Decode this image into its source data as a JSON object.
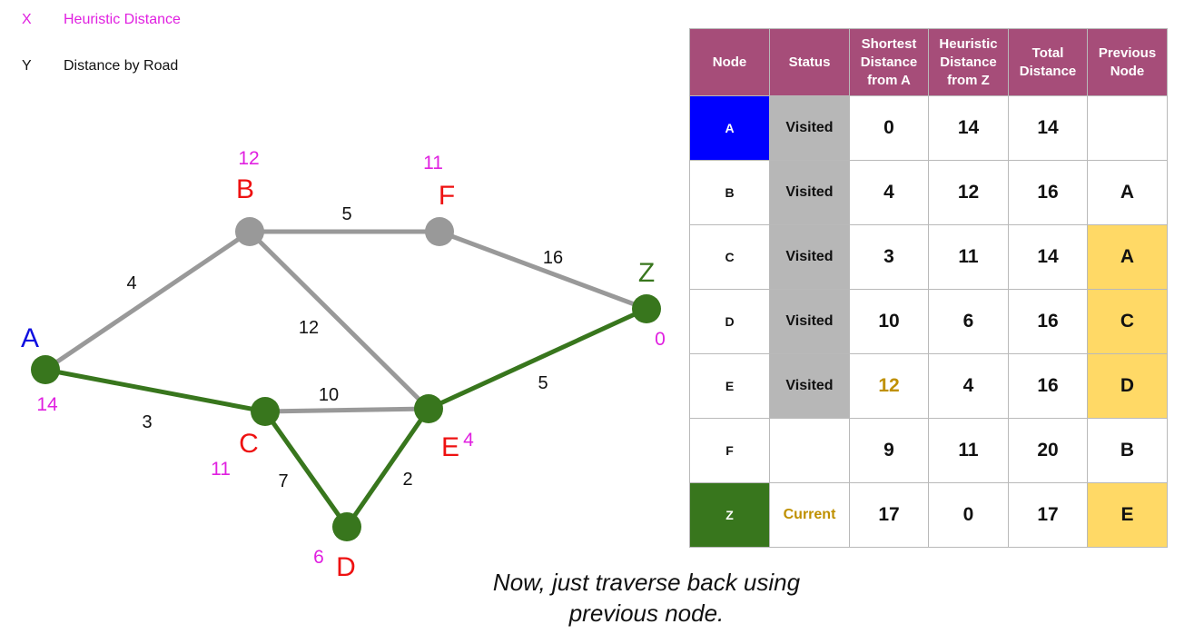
{
  "legend": {
    "heuristic": {
      "symbol": "X",
      "label": "Heuristic Distance",
      "color": "#e020e0"
    },
    "road": {
      "symbol": "Y",
      "label": "Distance by Road",
      "color": "#111111"
    }
  },
  "colors": {
    "visited_node": "#999999",
    "path": "#38761d",
    "node_label": "#ee1111",
    "start_label": "#1010e0",
    "heuristic": "#e020e0",
    "table_header": "#a64d79",
    "status_visited_bg": "#b7b7b7",
    "highlight_prev": "#ffd966",
    "highlight_text": "#bf9000",
    "start_cell": "#0000ff"
  },
  "graph": {
    "nodes": [
      {
        "id": "A",
        "label": "A",
        "heuristic": "14",
        "state": "path",
        "label_color": "#1010e0"
      },
      {
        "id": "B",
        "label": "B",
        "heuristic": "12",
        "state": "visited",
        "label_color": "#ee1111"
      },
      {
        "id": "F",
        "label": "F",
        "heuristic": "11",
        "state": "visited",
        "label_color": "#ee1111"
      },
      {
        "id": "Z",
        "label": "Z",
        "heuristic": "0",
        "state": "path",
        "label_color": "#38761d"
      },
      {
        "id": "C",
        "label": "C",
        "heuristic": "11",
        "state": "path",
        "label_color": "#ee1111"
      },
      {
        "id": "D",
        "label": "D",
        "heuristic": "6",
        "state": "path",
        "label_color": "#ee1111"
      },
      {
        "id": "E",
        "label": "E",
        "heuristic": "4",
        "state": "path",
        "label_color": "#ee1111"
      }
    ],
    "edges": [
      {
        "from": "A",
        "to": "B",
        "weight": "4",
        "on_path": false
      },
      {
        "from": "B",
        "to": "F",
        "weight": "5",
        "on_path": false
      },
      {
        "from": "F",
        "to": "Z",
        "weight": "16",
        "on_path": false
      },
      {
        "from": "B",
        "to": "E",
        "weight": "12",
        "on_path": false
      },
      {
        "from": "C",
        "to": "E",
        "weight": "10",
        "on_path": false
      },
      {
        "from": "A",
        "to": "C",
        "weight": "3",
        "on_path": true
      },
      {
        "from": "C",
        "to": "D",
        "weight": "7",
        "on_path": true
      },
      {
        "from": "D",
        "to": "E",
        "weight": "2",
        "on_path": true
      },
      {
        "from": "E",
        "to": "Z",
        "weight": "5",
        "on_path": true
      }
    ]
  },
  "table": {
    "headers": [
      "Node",
      "Status",
      "Shortest Distance from A",
      "Heuristic Distance from Z",
      "Total Distance",
      "Previous Node"
    ],
    "rows": [
      {
        "node": "A",
        "status": "Visited",
        "shortest": "0",
        "heuristic": "14",
        "total": "14",
        "previous": ""
      },
      {
        "node": "B",
        "status": "Visited",
        "shortest": "4",
        "heuristic": "12",
        "total": "16",
        "previous": "A"
      },
      {
        "node": "C",
        "status": "Visited",
        "shortest": "3",
        "heuristic": "11",
        "total": "14",
        "previous": "A"
      },
      {
        "node": "D",
        "status": "Visited",
        "shortest": "10",
        "heuristic": "6",
        "total": "16",
        "previous": "C"
      },
      {
        "node": "E",
        "status": "Visited",
        "shortest": "12",
        "heuristic": "4",
        "total": "16",
        "previous": "D"
      },
      {
        "node": "F",
        "status": "",
        "shortest": "9",
        "heuristic": "11",
        "total": "20",
        "previous": "B"
      },
      {
        "node": "Z",
        "status": "Current",
        "shortest": "17",
        "heuristic": "0",
        "total": "17",
        "previous": "E"
      }
    ]
  },
  "caption": {
    "line1": "Now, just traverse back using",
    "line2": "previous node."
  }
}
